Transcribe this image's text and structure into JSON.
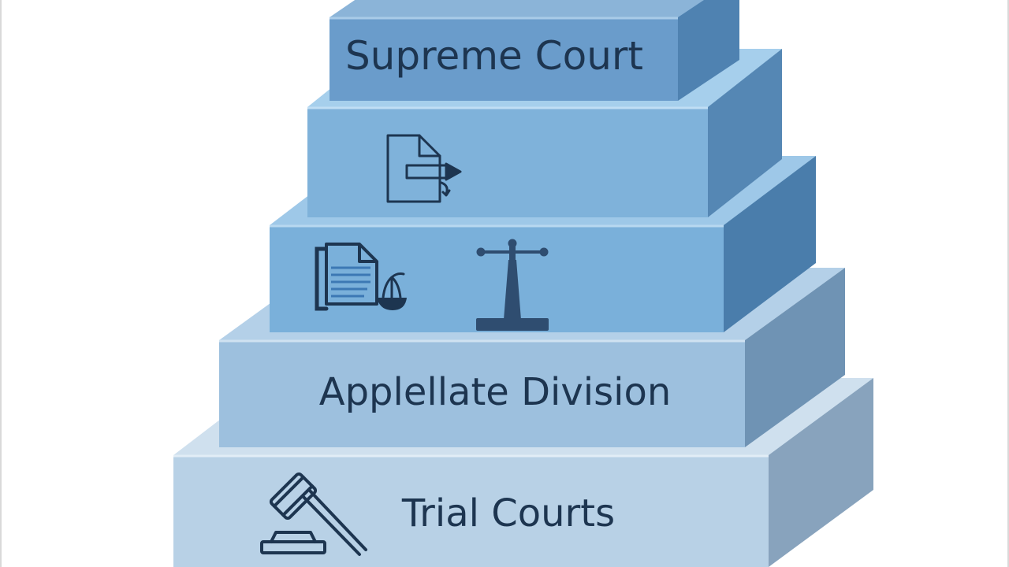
{
  "diagram": {
    "tiers": [
      {
        "label": "Supreme Court",
        "icons": []
      },
      {
        "label": "",
        "icons": [
          "document-transfer-icon"
        ]
      },
      {
        "label": "",
        "icons": [
          "legal-document-scales-icon",
          "balance-scale-icon"
        ]
      },
      {
        "label": "Applellate Division",
        "icons": []
      },
      {
        "label": "Trial Courts",
        "icons": [
          "gavel-icon"
        ]
      }
    ]
  },
  "colors": {
    "ink": "#1d3550",
    "supreme_front": "#6a9ccb",
    "supreme_side": "#4f82b1",
    "tier2_front": "#7fb2da",
    "tier2_side": "#5587b4",
    "tier3_front": "#7ab0da",
    "tier3_side": "#4a7dab",
    "appellate_front": "#9dc0de",
    "appellate_side": "#6f93b4",
    "trial_front": "#b8d1e6",
    "trial_side": "#88a3bd"
  }
}
